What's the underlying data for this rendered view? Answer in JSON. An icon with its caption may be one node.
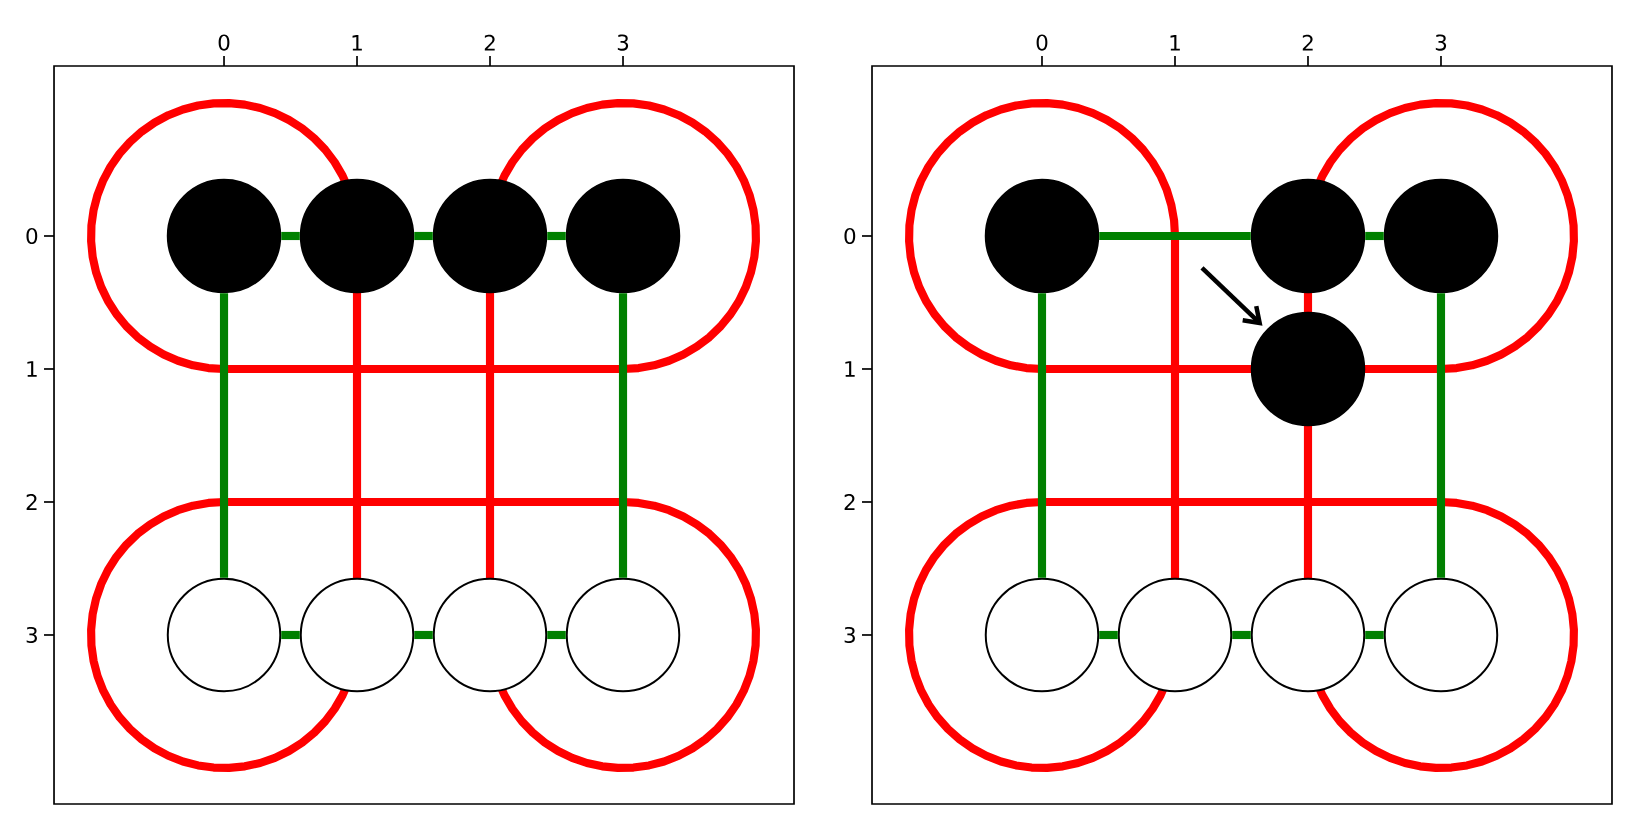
{
  "diagram": {
    "nodes": [
      {
        "text": [],
        "shape": "circle"
      },
      {
        "text": [],
        "shape": "circle"
      },
      {
        "text": [],
        "shape": "circle"
      },
      {
        "text": [],
        "shape": "circle"
      },
      {
        "text": [],
        "shape": "circle"
      },
      {
        "text": [],
        "shape": "circle"
      },
      {
        "text": [],
        "shape": "circle"
      },
      {
        "text": [],
        "shape": "circle"
      },
      {
        "text": [],
        "shape": "circle"
      },
      {
        "text": [],
        "shape": "circle"
      },
      {
        "text": [],
        "shape": "circle"
      },
      {
        "text": [],
        "shape": "circle"
      },
      {
        "text": [],
        "shape": "circle"
      },
      {
        "text": [],
        "shape": "circle"
      },
      {
        "text": [],
        "shape": "circle"
      },
      {
        "text": [],
        "shape": "circle"
      }
    ],
    "edges": [
      {
        "from": 0,
        "to": 1,
        "arrow": "none"
      },
      {
        "from": 1,
        "to": 2,
        "arrow": "none"
      },
      {
        "from": 2,
        "to": 3,
        "arrow": "none"
      },
      {
        "from": 0,
        "to": 4,
        "arrow": "none"
      },
      {
        "from": 3,
        "to": 7,
        "arrow": "none"
      },
      {
        "from": 4,
        "to": 5,
        "arrow": "none"
      },
      {
        "from": 5,
        "to": 6,
        "arrow": "none"
      },
      {
        "from": 6,
        "to": 7,
        "arrow": "none"
      },
      {
        "from": 8,
        "to": 9,
        "arrow": "none"
      },
      {
        "from": 9,
        "to": 10,
        "arrow": "none"
      },
      {
        "from": 8,
        "to": 12,
        "arrow": "none"
      },
      {
        "from": 10,
        "to": 15,
        "arrow": "none"
      },
      {
        "from": 12,
        "to": 13,
        "arrow": "none"
      },
      {
        "from": 13,
        "to": 14,
        "arrow": "none"
      },
      {
        "from": 14,
        "to": 15,
        "arrow": "none"
      },
      {
        "from": null,
        "to": 11,
        "arrow": "to",
        "color": "#000000"
      }
    ],
    "labels": [
      "0",
      "1",
      "2",
      "3",
      "0",
      "1",
      "2",
      "3",
      "0",
      "1",
      "2",
      "3",
      "0",
      "1",
      "2",
      "3"
    ]
  }
}
